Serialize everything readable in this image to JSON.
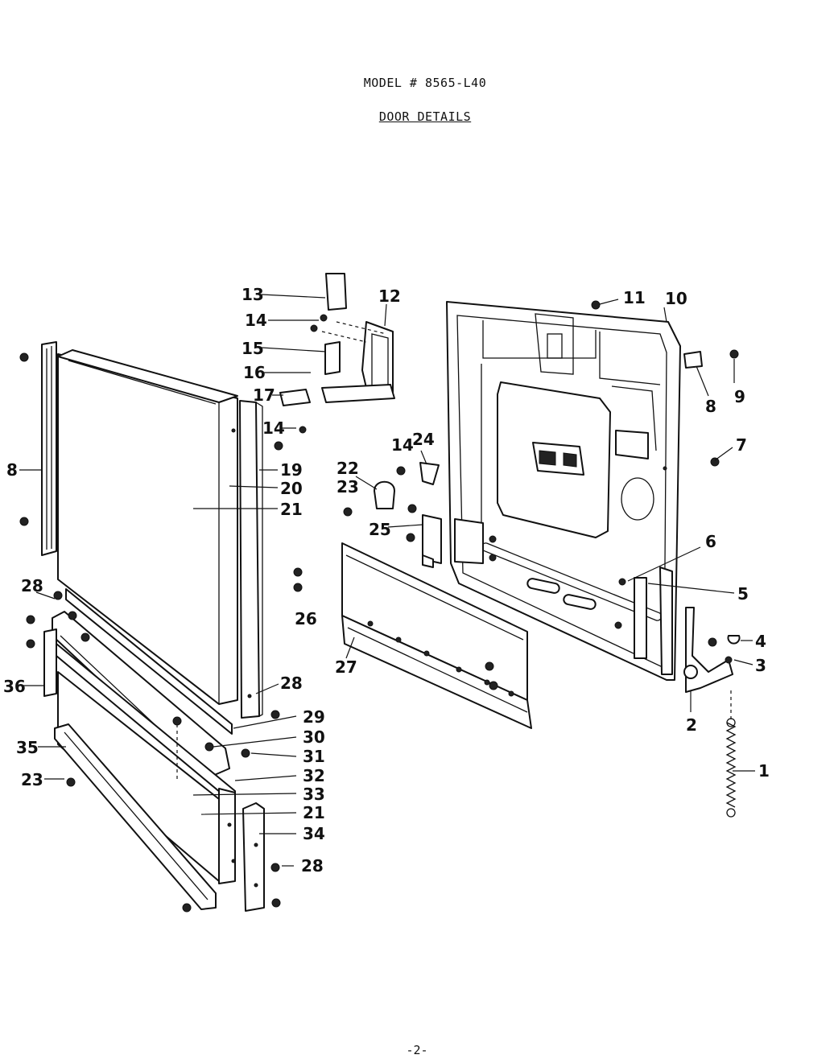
{
  "header": {
    "model": "MODEL # 8565-L40",
    "section": "DOOR DETAILS"
  },
  "callouts": {
    "c1": "1",
    "c2": "2",
    "c3": "3",
    "c4": "4",
    "c5": "5",
    "c6": "6",
    "c7": "7",
    "c8a": "8",
    "c8b": "8",
    "c9": "9",
    "c10": "10",
    "c11": "11",
    "c12": "12",
    "c13": "13",
    "c14a": "14",
    "c14b": "14",
    "c14c": "14",
    "c15": "15",
    "c16": "16",
    "c17": "17",
    "c19": "19",
    "c20": "20",
    "c21a": "21",
    "c21b": "21",
    "c22": "22",
    "c23a": "23",
    "c23b": "23",
    "c24": "24",
    "c25": "25",
    "c26a": "26",
    "c26b": "36",
    "c27": "27",
    "c28a": "28",
    "c28b": "28",
    "c28c": "28",
    "c29": "29",
    "c30": "30",
    "c31": "31",
    "c32": "32",
    "c33": "33",
    "c34": "34",
    "c35": "35"
  },
  "footer": {
    "page": "-2-"
  }
}
